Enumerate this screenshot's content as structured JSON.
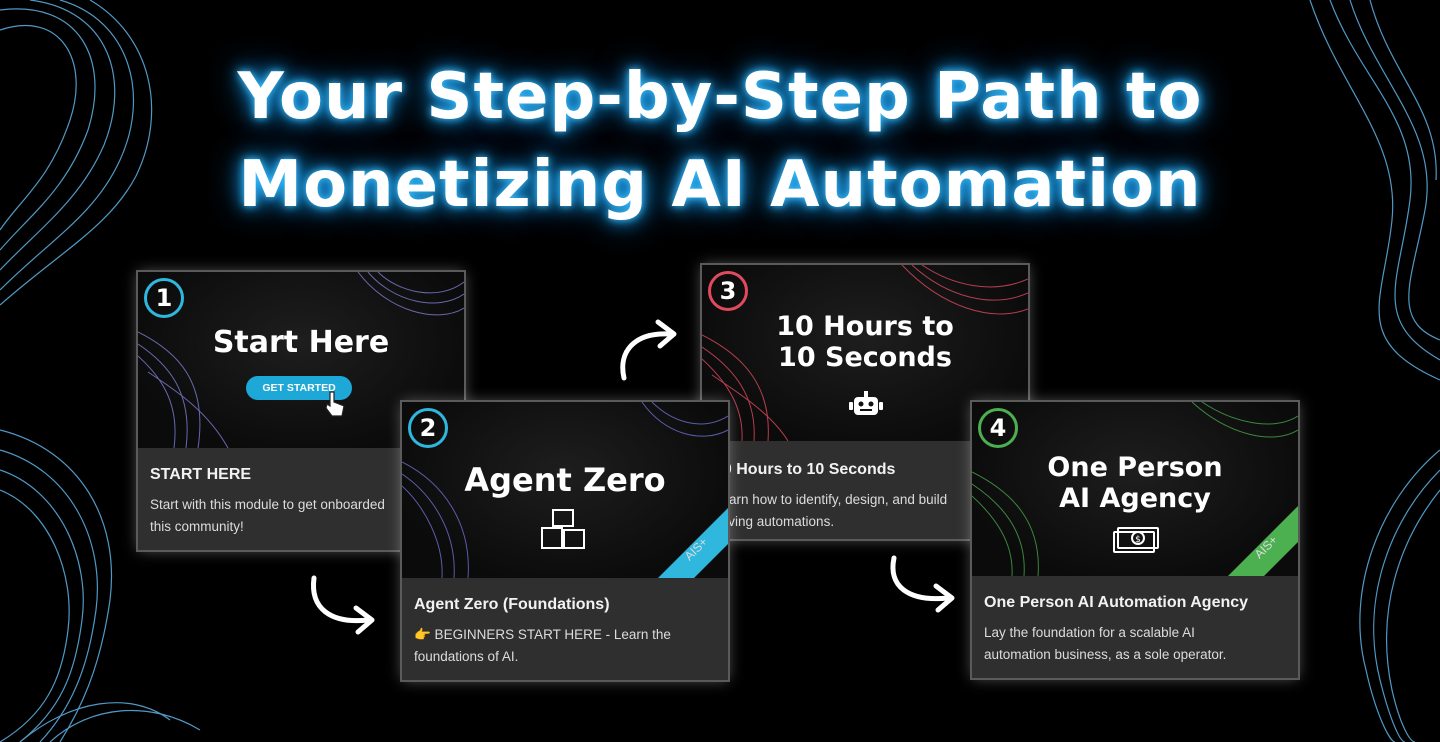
{
  "title": {
    "line1": "Your Step-by-Step Path to",
    "line2": "Monetizing AI Automation"
  },
  "colors": {
    "glow": "#1fa8ff",
    "accent_blue": "#2fb7de",
    "accent_red": "#e04a5f",
    "accent_green": "#4caf50",
    "card_bg": "#2f2f2f"
  },
  "cards": [
    {
      "number": "1",
      "thumb_title": "Start Here",
      "button_label": "GET STARTED",
      "heading": "START HERE",
      "description_line1": "Start with this module to get onboarded",
      "description_line2": "this community!"
    },
    {
      "number": "2",
      "thumb_title": "Agent Zero",
      "ribbon": "AIS+",
      "icon": "cubes-icon",
      "heading": "Agent Zero (Foundations)",
      "description_line1": "👉 BEGINNERS START HERE - Learn the",
      "description_line2": "foundations of AI."
    },
    {
      "number": "3",
      "thumb_title_line1": "10 Hours to",
      "thumb_title_line2": "10 Seconds",
      "icon": "robot-icon",
      "heading": "10 Hours to 10 Seconds",
      "description_line1": "Learn how to identify, design, and build",
      "description_line2": "saving automations."
    },
    {
      "number": "4",
      "thumb_title_line1": "One Person",
      "thumb_title_line2": "AI Agency",
      "ribbon": "AIS+",
      "icon": "money-icon",
      "heading": "One Person AI Automation Agency",
      "description_line1": "Lay the foundation for a scalable AI",
      "description_line2": "automation business, as a sole operator."
    }
  ]
}
